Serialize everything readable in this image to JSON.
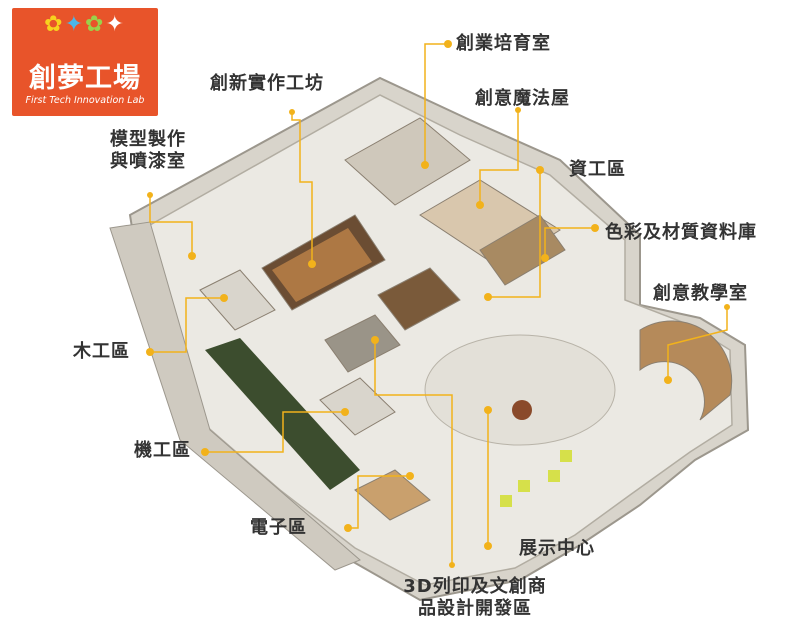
{
  "logo": {
    "title": "創夢工場",
    "subtitle": "First Tech Innovation Lab",
    "background": "#e8542a"
  },
  "accent_color": "#f2b21b",
  "labels": {
    "startup_room": "創業培育室",
    "innovation_workshop": "創新實作工坊",
    "magic_house": "創意魔法屋",
    "model_room_line1": "模型製作",
    "model_room_line2": "與噴漆室",
    "it_area": "資工區",
    "color_material_library": "色彩及材質資料庫",
    "creative_classroom": "創意教學室",
    "woodwork_area": "木工區",
    "machine_area": "機工區",
    "electronics_area": "電子區",
    "exhibition_center": "展示中心",
    "print3d_line1": "3D列印及文創商",
    "print3d_line2": "品設計開發區"
  }
}
